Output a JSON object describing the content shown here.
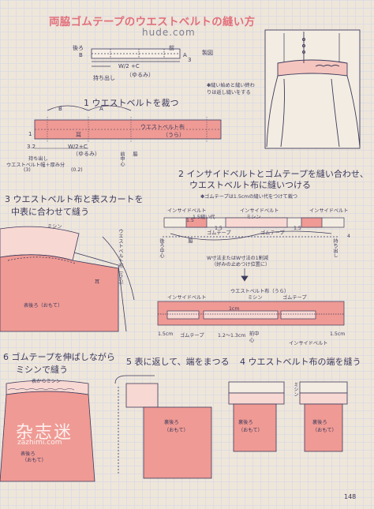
{
  "header": {
    "title": "両脇ゴムテープのウエストベルトの縫い方",
    "watermark_top": "hude.com"
  },
  "fig0": {
    "back": "後ろ",
    "front": "前",
    "b": "B",
    "a": "A",
    "three": "3",
    "w_over_2": "W/2",
    "plus_c": "+C",
    "yutori": "（ゆるみ）",
    "mochidashi": "持ち出し",
    "seizu": "製図",
    "note": "✽縫い始めと縫い終わりは返し縫いをする"
  },
  "step1": {
    "label": "1 ウエストベルトを裁つ",
    "fabric": "ウエストベルト布",
    "fabric_back": "（うら）",
    "mimi": "耳",
    "b": "B",
    "a": "A",
    "dims": "3.2",
    "one": "1",
    "w": "W/2",
    "plus_c": "+C",
    "yutori": "（ゆるみ）",
    "thickness": "ウエストベルト幅＋厚み分",
    "thickness_val": "(0.2)",
    "three": "(3)",
    "mochidashi": "持ち出し",
    "mae_chushin": "前中心",
    "waki": "脇"
  },
  "step2": {
    "label": "2 インサイドベルトとゴムテープを縫い合わせ、",
    "label2": "ウエストベルト布に縫いつける",
    "note": "✽ゴムテープは1.5cmの縫い代をつけて裁つ",
    "inside_belt": "インサイドベルト",
    "nuishiro": "1.5縫い代",
    "mishin": "ミシン",
    "gomu": "ゴムテープ",
    "ushiro_chushin": "後ろ中心",
    "waki": "脇",
    "mochidashi": "持ち出し",
    "w_note": "W寸法またはW寸法の1割減",
    "w_note2": "（好みの止めつけ位置に）",
    "fabric": "ウエストベルト布（うら）",
    "dim1": "1.5cm",
    "dim2": "1cm",
    "dim3": "1.2〜1.3cm",
    "mae": "前中心",
    "a1": "1.5",
    "a2": "1.5",
    "a3": "1.5",
    "a4": "4"
  },
  "step3": {
    "label": "3 ウエストベルト布と表スカートを",
    "label2": "中表に合わせて縫う",
    "mishin": "ミシン",
    "fabric": "ウエストベルト布（うら）",
    "omote": "表後ろ（おもて）",
    "mimi": "耳"
  },
  "step6": {
    "label": "6 ゴムテープを伸ばしながら",
    "label2": "ミシンで縫う",
    "kara": "表からミシン",
    "ura": "表後ろ",
    "omote": "（おもて）"
  },
  "step5": {
    "label": "5 表に返して、端をまつる",
    "ura": "裏後ろ",
    "omote": "（おもて）"
  },
  "step4": {
    "label": "4 ウエストベルト布の端を縫う",
    "mishin": "ミシン",
    "ura": "裏後ろ",
    "omote": "（おもて）"
  },
  "footer": {
    "page": "148",
    "wm_cn": "杂志迷",
    "wm_url": "zazhimi.com"
  },
  "colors": {
    "pink": "#ef9a94",
    "pink_dark": "#e0776f",
    "ink": "#3c3a5c",
    "grid": "#cfd7e8"
  }
}
